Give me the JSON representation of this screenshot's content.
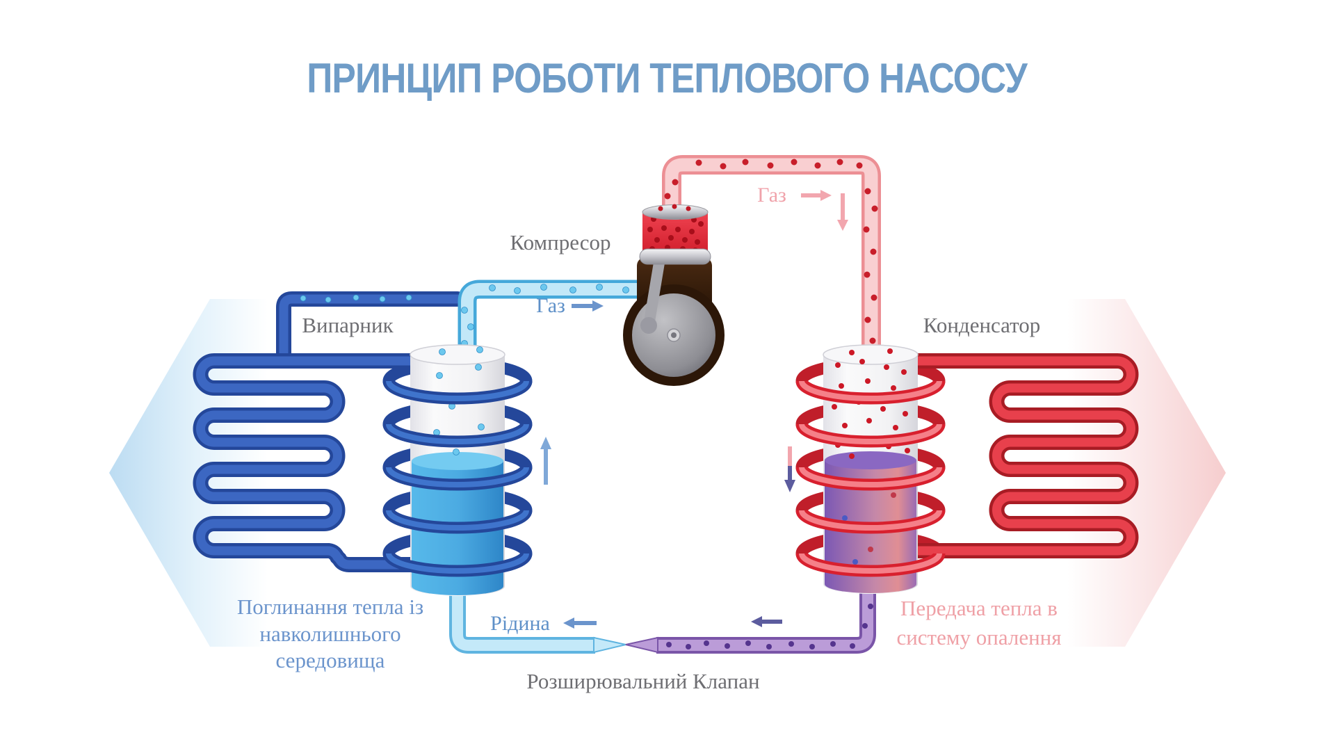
{
  "title": {
    "text": "ПРИНЦИП РОБОТИ ТЕПЛОВОГО НАСОСУ"
  },
  "labels": {
    "evaporator": "Випарник",
    "compressor": "Компресор",
    "condenser": "Конденсатор",
    "expansion_valve": "Розширювальний Клапан",
    "gas_cold": "Газ",
    "gas_hot": "Газ",
    "liquid": "Рідина"
  },
  "captions": {
    "left": [
      "Поглинання тепла із",
      "навколишнього",
      "середовища"
    ],
    "right": [
      "Передача тепла в",
      "систему опалення"
    ]
  },
  "colors": {
    "title": "#6f9cc7",
    "label_gray": "#6e6e72",
    "cold_text": "#5e90c8",
    "hot_text": "#f0a2aa",
    "caption_left": "#6b94cc",
    "caption_right": "#efa0a6",
    "coil_cold": "#27509f",
    "coil_hot": "#b01e28",
    "pipe_cold": "#45a8da",
    "pipe_hot": "#ec8f94",
    "pipe_liquid_purple": "#7a55a8",
    "arrow_slate": "#5c5c9e"
  }
}
